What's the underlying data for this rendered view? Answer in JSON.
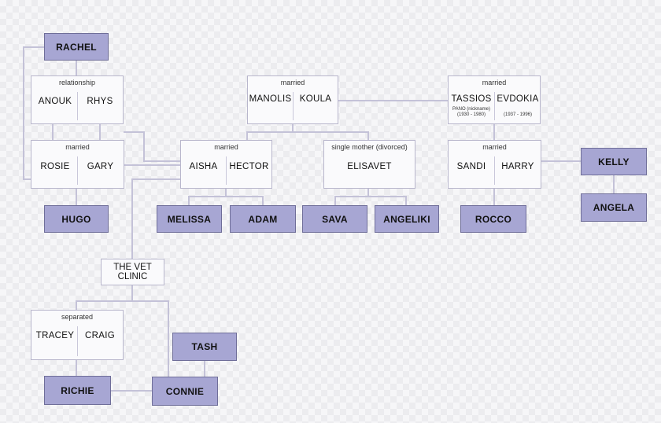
{
  "people": {
    "rachel": "RACHEL",
    "hugo": "HUGO",
    "melissa": "MELISSA",
    "adam": "ADAM",
    "sava": "SAVA",
    "angeliki": "ANGELIKI",
    "rocco": "ROCCO",
    "kelly": "KELLY",
    "angela": "ANGELA",
    "tash": "TASH",
    "richie": "RICHIE",
    "connie": "CONNIE"
  },
  "couples": {
    "anouk_rhys": {
      "relation": "relationship",
      "left": "ANOUK",
      "right": "RHYS"
    },
    "rosie_gary": {
      "relation": "married",
      "left": "ROSIE",
      "right": "GARY"
    },
    "aisha_hector": {
      "relation": "married",
      "left": "AISHA",
      "right": "HECTOR"
    },
    "manolis_koula": {
      "relation": "married",
      "left": "MANOLIS",
      "right": "KOULA"
    },
    "elisavet": {
      "relation": "single mother (divorced)",
      "name": "ELISAVET"
    },
    "tassios_evdokia": {
      "relation": "married",
      "left": "TASSIOS",
      "right": "EVDOKIA",
      "left_note1": "PANO (nickname)",
      "left_note2": "(1930 - 1980)",
      "right_note": "(1937 - 1996)"
    },
    "sandi_harry": {
      "relation": "married",
      "left": "SANDI",
      "right": "HARRY"
    },
    "tracey_craig": {
      "relation": "separated",
      "left": "TRACEY",
      "right": "CRAIG"
    }
  },
  "vet_clinic": {
    "line1": "THE VET",
    "line2": "CLINIC"
  },
  "colors": {
    "person_fill": "#a7a6d3",
    "person_border": "#6f6e99",
    "couple_fill": "#fafafc",
    "line": "#c4c2d8"
  }
}
